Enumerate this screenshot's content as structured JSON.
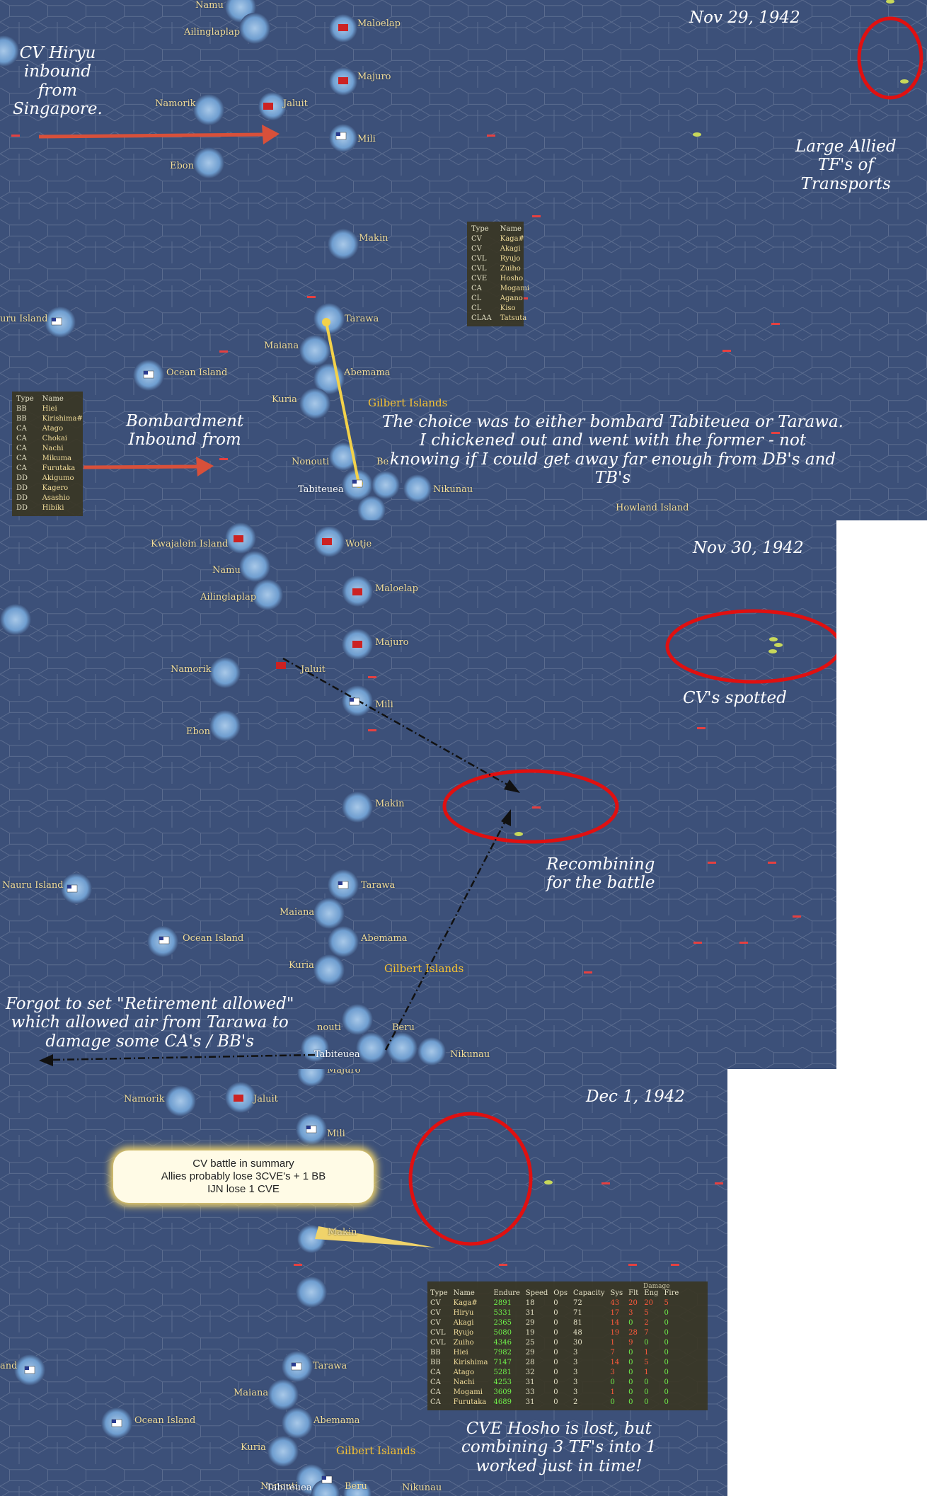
{
  "panels": [
    {
      "date": "Nov 29, 1942",
      "locations": {
        "namu": "Namu",
        "ailinglaplap": "Ailinglaplap",
        "maloelap": "Maloelap",
        "majuro": "Majuro",
        "namorik": "Namorik",
        "jaluit": "Jaluit",
        "mili": "Mili",
        "ebon": "Ebon",
        "makin": "Makin",
        "nauru": "uru Island",
        "tarawa": "Tarawa",
        "maiana": "Maiana",
        "abemama": "Abemama",
        "ocean": "Ocean Island",
        "kuria": "Kuria",
        "nonouti": "Nonouti",
        "beru": "Be",
        "tabiteuea": "Tabiteuea",
        "nikunau": "Nikunau",
        "howland": "Howland Island"
      },
      "group_label": "Gilbert Islands",
      "notes": {
        "hiryu": [
          "CV  Hiryu",
          "inbound",
          "from",
          "Singapore."
        ],
        "allied": [
          "Large Allied",
          "TF's of",
          "Transports"
        ],
        "bombard": [
          "Bombardment",
          "Inbound from"
        ],
        "choice": [
          "The choice was to either bombard Tabiteuea or Tarawa.",
          "I chickened out and went with the former - not",
          "knowing if I could get away far enough from  DB's and",
          "TB's"
        ]
      },
      "cv_list": {
        "header": [
          "Type",
          "Name"
        ],
        "rows": [
          [
            "CV",
            "Kaga#"
          ],
          [
            "CV",
            "Akagi"
          ],
          [
            "CVL",
            "Ryujo"
          ],
          [
            "CVL",
            "Zuiho"
          ],
          [
            "CVE",
            "Hosho"
          ],
          [
            "CA",
            "Mogami"
          ],
          [
            "CL",
            "Agano"
          ],
          [
            "CL",
            "Kiso"
          ],
          [
            "CLAA",
            "Tatsuta"
          ]
        ]
      },
      "bb_list": {
        "header": [
          "Type",
          "Name"
        ],
        "rows": [
          [
            "BB",
            "Hiei"
          ],
          [
            "BB",
            "Kirishima#"
          ],
          [
            "CA",
            "Atago"
          ],
          [
            "CA",
            "Chokai"
          ],
          [
            "CA",
            "Nachi"
          ],
          [
            "CA",
            "Mikuma"
          ],
          [
            "CA",
            "Furutaka"
          ],
          [
            "DD",
            "Akigumo"
          ],
          [
            "DD",
            "Kagero"
          ],
          [
            "DD",
            "Asashio"
          ],
          [
            "DD",
            "Hibiki"
          ]
        ]
      }
    },
    {
      "date": "Nov 30, 1942",
      "locations": {
        "kwajalein": "Kwajalein Island",
        "wotje": "Wotje",
        "namu": "Namu",
        "ailinglaplap": "Ailinglaplap",
        "maloelap": "Maloelap",
        "majuro": "Majuro",
        "namorik": "Namorik",
        "jaluit": "Jaluit",
        "mili": "Mili",
        "ebon": "Ebon",
        "makin": "Makin",
        "nauru": "Nauru Island",
        "tarawa": "Tarawa",
        "maiana": "Maiana",
        "abemama": "Abemama",
        "ocean": "Ocean Island",
        "kuria": "Kuria",
        "nonouti": "nouti",
        "beru": "Beru",
        "tabiteuea": "Tabiteuea",
        "nikunau": "Nikunau"
      },
      "group_label": "Gilbert Islands",
      "notes": {
        "spotted": [
          "CV's spotted"
        ],
        "recombining": [
          "Recombining",
          "for the battle"
        ],
        "forgot": [
          "Forgot to set \"Retirement allowed\"",
          "which allowed air from Tarawa to",
          "damage some CA's / BB's"
        ]
      }
    },
    {
      "date": "Dec 1, 1942",
      "locations": {
        "namorik": "Namorik",
        "jaluit": "Jaluit",
        "mili": "Mili",
        "makin": "Makin",
        "nauru": "and",
        "tarawa": "Tarawa",
        "maiana": "Maiana",
        "abemama": "Abemama",
        "ocean": "Ocean Island",
        "kuria": "Kuria",
        "nonouti": "Nonouti",
        "beru": "Beru",
        "tabiteuea": "Tabiteuea",
        "nikunau": "Nikunau",
        "majuro": "Majuro"
      },
      "group_label": "Gilbert Islands",
      "callout": [
        "CV battle in summary",
        "Allies probably lose 3CVE's + 1 BB",
        "IJN lose 1 CVE"
      ],
      "notes": {
        "hosho": [
          "CVE Hosho is lost, but",
          "combining 3 TF's into 1",
          "worked just in time!"
        ]
      },
      "damage_table": {
        "group_header": "Damage",
        "header": [
          "Type",
          "Name",
          "Endure",
          "Speed",
          "Ops",
          "Capacity",
          "Sys",
          "Flt",
          "Eng",
          "Fire"
        ],
        "rows": [
          [
            "CV",
            "Kaga#",
            "2891",
            "18",
            "0",
            "72",
            "43",
            "20",
            "20",
            "5"
          ],
          [
            "CV",
            "Hiryu",
            "5331",
            "31",
            "0",
            "71",
            "17",
            "3",
            "5",
            "0"
          ],
          [
            "CV",
            "Akagi",
            "2365",
            "29",
            "0",
            "81",
            "14",
            "0",
            "2",
            "0"
          ],
          [
            "CVL",
            "Ryujo",
            "5080",
            "19",
            "0",
            "48",
            "19",
            "28",
            "7",
            "0"
          ],
          [
            "CVL",
            "Zuiho",
            "4346",
            "25",
            "0",
            "30",
            "1",
            "9",
            "0",
            "0"
          ],
          [
            "BB",
            "Hiei",
            "7982",
            "29",
            "0",
            "3",
            "7",
            "0",
            "1",
            "0"
          ],
          [
            "BB",
            "Kirishima",
            "7147",
            "28",
            "0",
            "3",
            "14",
            "0",
            "5",
            "0"
          ],
          [
            "CA",
            "Atago",
            "5281",
            "32",
            "0",
            "3",
            "3",
            "0",
            "1",
            "0"
          ],
          [
            "CA",
            "Nachi",
            "4253",
            "31",
            "0",
            "3",
            "0",
            "0",
            "0",
            "0"
          ],
          [
            "CA",
            "Mogami",
            "3609",
            "33",
            "0",
            "3",
            "1",
            "0",
            "0",
            "0"
          ],
          [
            "CA",
            "Furutaka",
            "4689",
            "31",
            "0",
            "2",
            "0",
            "0",
            "0",
            "0"
          ]
        ]
      }
    }
  ]
}
